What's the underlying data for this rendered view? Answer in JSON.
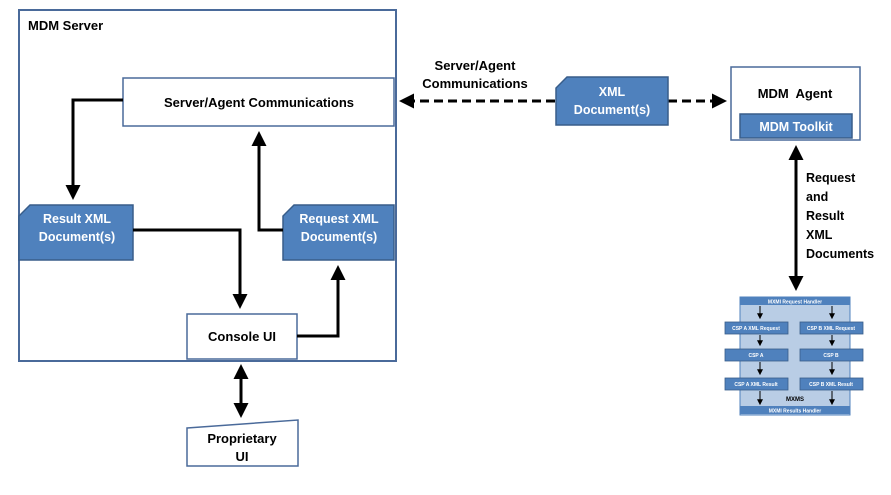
{
  "server": {
    "title": "MDM Server",
    "comms_box": "Server/Agent Communications",
    "result_doc": [
      "Result XML",
      "Document(s)"
    ],
    "request_doc": [
      "Request XML",
      "Document(s)"
    ],
    "console": "Console UI"
  },
  "proprietary_ui": [
    "Proprietary",
    "UI"
  ],
  "channel": {
    "label": [
      "Server/Agent",
      "Communications"
    ],
    "xml_doc": [
      "XML",
      "Document(s)"
    ]
  },
  "agent": {
    "title": "MDM  Agent",
    "toolkit": "MDM Toolkit"
  },
  "request_result_label": [
    "Request",
    "and",
    "Result",
    "XML",
    "Documents"
  ],
  "mxms": {
    "request_handler": "MXMl Request Handler",
    "csp_a_request": "CSP A XML Request",
    "csp_b_request": "CSP B XML Request",
    "csp_a": "CSP A",
    "csp_b": "CSP B",
    "csp_a_result": "CSP A XML Result",
    "csp_b_result": "CSP B XML Result",
    "name": "MXMS",
    "results_handler": "MXMl Results Handler"
  },
  "colors": {
    "blue_fill": "#4f81bd",
    "blue_stroke": "#385d8a",
    "mxms_bg": "#b9cde5"
  }
}
